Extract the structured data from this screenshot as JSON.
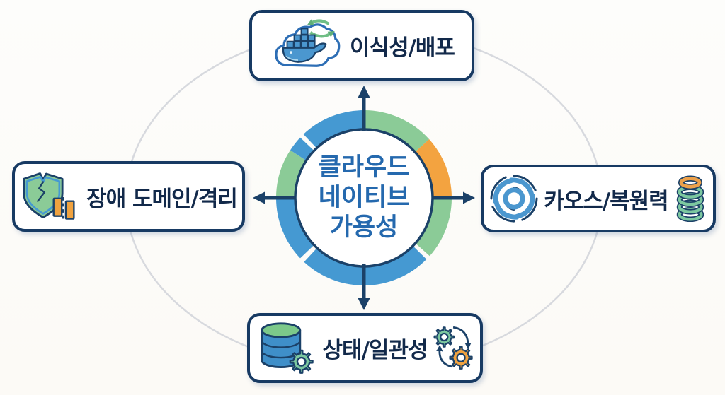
{
  "center": {
    "lines": [
      "클라우드",
      "네이티브",
      "가용성"
    ]
  },
  "nodes": {
    "top": {
      "label": "이식성/배포",
      "icon": "docker-whale-cloud-sync-icon"
    },
    "left": {
      "label": "장애 도메인/격리",
      "icon": "cracked-shield-icon"
    },
    "right": {
      "label": "카오스/복원력",
      "icon_left": "hurricane-swirl-icon",
      "icon_right": "coil-spring-icon"
    },
    "bottom": {
      "label": "상태/일관성",
      "icon_left": "database-gear-icon",
      "icon_right": "rotating-gears-icon"
    }
  },
  "colors": {
    "box_border_navy": "#173a63",
    "outline_navy": "#1b4168",
    "ring_blue": "#4599d2",
    "ring_green": "#8bcb97",
    "ring_orange": "#f3a340",
    "icon_blue": "#4b97cf",
    "icon_green": "#7cc8a0",
    "icon_orange": "#f0a23f",
    "center_text_blue": "#2569ae",
    "label_navy": "#12294a",
    "ellipse_gray": "#d7d9de",
    "background": "#fcfbf8"
  }
}
